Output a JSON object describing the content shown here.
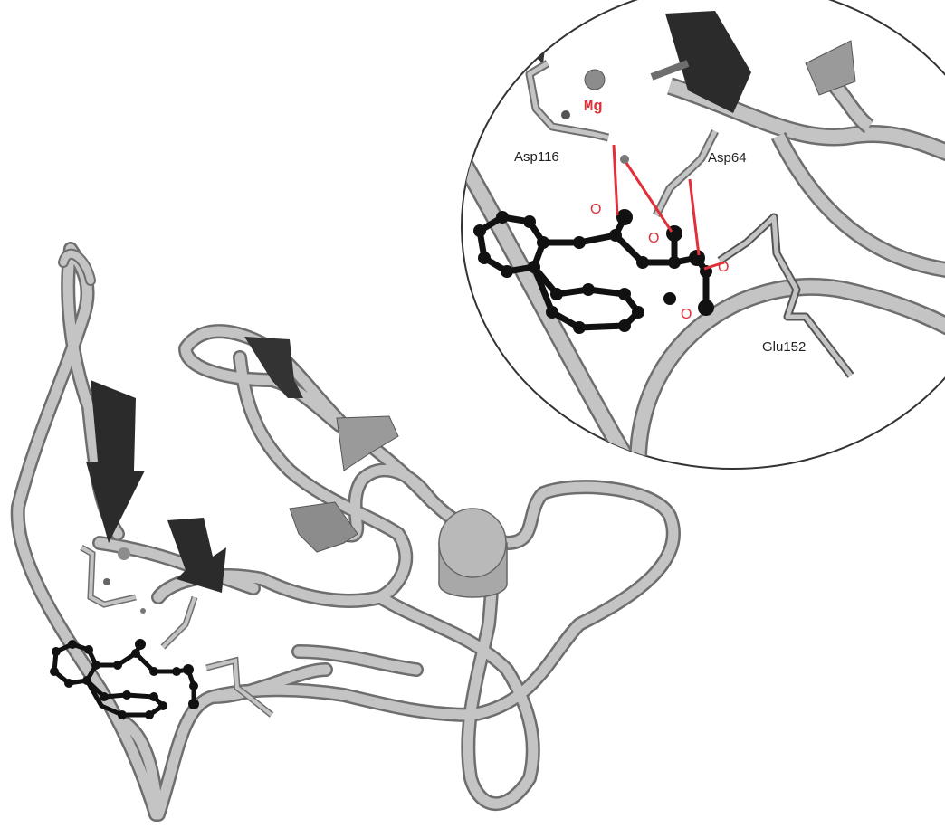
{
  "labels": {
    "mg": "Mg",
    "asp116": "Asp116",
    "asp64": "Asp64",
    "glu152": "Glu152",
    "o1": "O",
    "o2": "O",
    "o3": "O",
    "o4": "O"
  },
  "colors": {
    "ribbon": "#b9b9b9",
    "ribbon_edge": "#6e6e6e",
    "sheet": "#2b2b2b",
    "ligand": "#111111",
    "interaction": "#e0303a",
    "label_red": "#e0303a",
    "label_dark": "#222222"
  }
}
